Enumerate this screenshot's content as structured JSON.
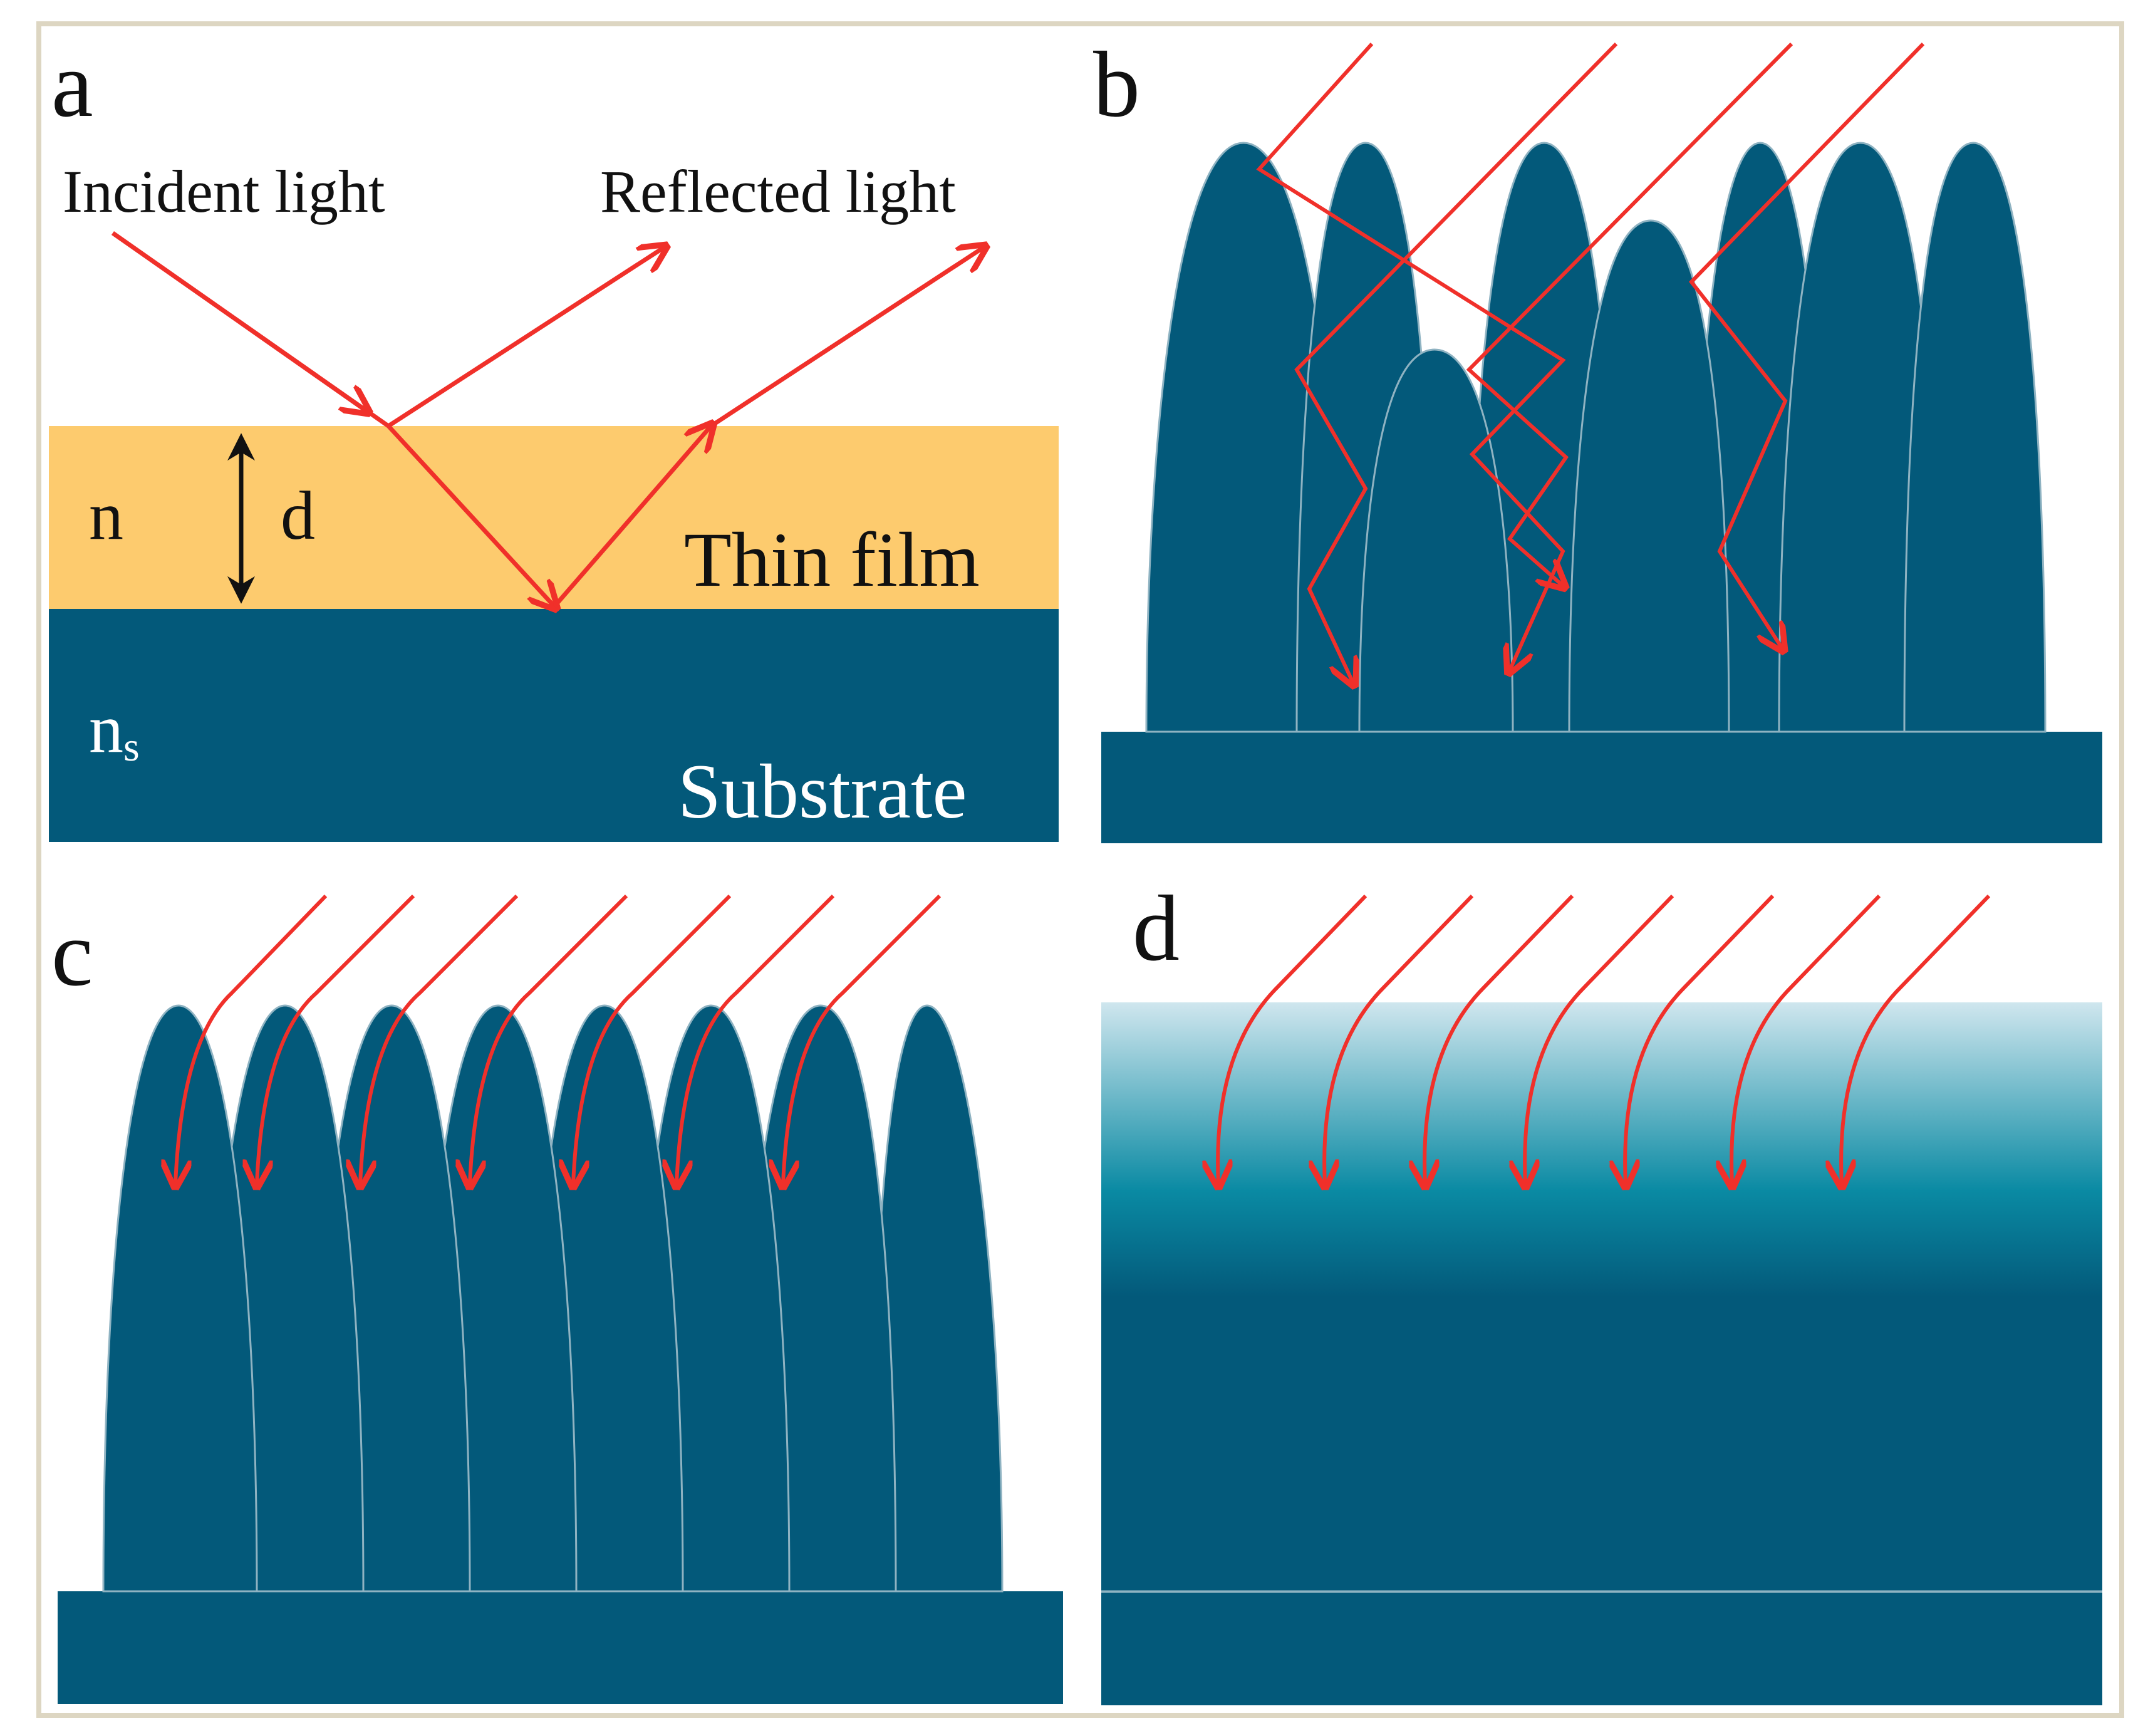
{
  "colors": {
    "frame": "#ddd6c2",
    "substrate": "#03597a",
    "film": "#fdcb6e",
    "ray": "#f0302a",
    "boundary": "#8fb3c2",
    "text_dark": "#111111",
    "text_light": "#ffffff",
    "gradient_top": "#cfe6ee",
    "gradient_mid": "#0a8aa3"
  },
  "panel_a": {
    "label": "a",
    "incident_label": "Incident light",
    "reflected_label": "Reflected light",
    "film_index": "n",
    "thickness": "d",
    "film_label": "Thin film",
    "substrate_index_base": "n",
    "substrate_index_sub": "s",
    "substrate_label": "Substrate"
  },
  "panel_b": {
    "label": "b"
  },
  "panel_c": {
    "label": "c"
  },
  "panel_d": {
    "label": "d"
  }
}
